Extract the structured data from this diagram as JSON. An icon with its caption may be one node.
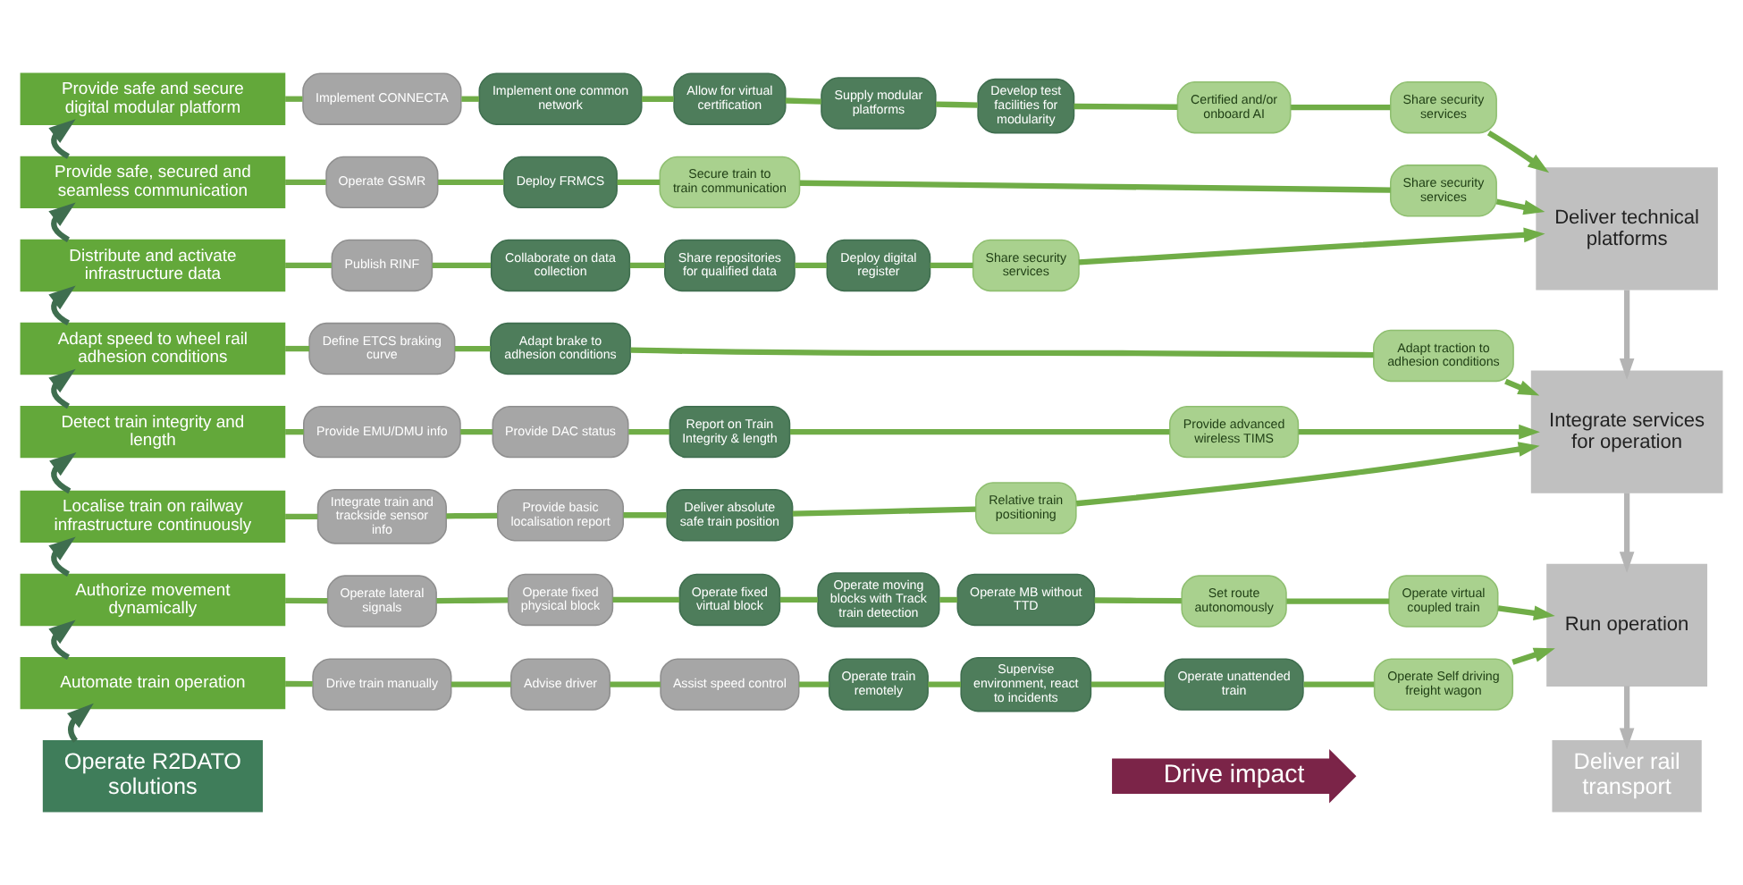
{
  "diagram": {
    "nodes": [
      {
        "text": [
          "Operate R2DATO solutions"
        ]
      },
      {
        "text": [
          "Drive impact"
        ]
      },
      {
        "text": [
          "Deliver rail transport"
        ]
      },
      {
        "text": [
          "Automate train operation"
        ]
      },
      {
        "text": [
          "Drive train manually"
        ]
      },
      {
        "text": [
          "Advise driver"
        ]
      },
      {
        "text": [
          "Assist speed control"
        ]
      },
      {
        "text": [
          "Operate train remotely"
        ]
      },
      {
        "text": [
          "Supervise environment, react to incidents"
        ]
      },
      {
        "text": [
          "Operate unattended train"
        ]
      },
      {
        "text": [
          "Operate Self driving freight wagon"
        ]
      },
      {
        "text": [
          "Run operation"
        ]
      },
      {
        "text": [
          "Authorize movement dynamically"
        ]
      },
      {
        "text": [
          "Operate lateral signals"
        ]
      },
      {
        "text": [
          "Operate fixed physical block"
        ]
      },
      {
        "text": [
          "Operate fixed virtual block"
        ]
      },
      {
        "text": [
          "Operate moving blocks with Track train detection"
        ]
      },
      {
        "text": [
          "Operate MB without TTD"
        ]
      },
      {
        "text": [
          "Set route autonomously"
        ]
      },
      {
        "text": [
          "Operate virtual coupled train"
        ]
      },
      {
        "text": [
          "Localise train on railway infrastructure continuously"
        ]
      },
      {
        "text": [
          "Integrate train and trackside sensor info"
        ]
      },
      {
        "text": [
          "Provide basic localisation report"
        ]
      },
      {
        "text": [
          "Deliver absolute safe train position"
        ]
      },
      {
        "text": [
          "Relative train positioning"
        ]
      },
      {
        "text": [
          "Integrate services for operation"
        ]
      },
      {
        "text": [
          "Detect train integrity and length"
        ]
      },
      {
        "text": [
          "Provide EMU/DMU info"
        ]
      },
      {
        "text": [
          "Provide DAC status"
        ]
      },
      {
        "text": [
          "Report on Train Integrity & length"
        ]
      },
      {
        "text": [
          "Provide advanced wireless TIMS"
        ]
      },
      {
        "text": [
          "Adapt speed to wheel rail adhesion conditions"
        ]
      },
      {
        "text": [
          "Define ETCS braking curve"
        ]
      },
      {
        "text": [
          "Adapt brake to adhesion conditions"
        ]
      },
      {
        "text": [
          "Adapt traction to adhesion conditions"
        ]
      },
      {
        "text": [
          "Distribute and activate infrastructure data"
        ]
      },
      {
        "text": [
          "Publish RINF"
        ]
      },
      {
        "text": [
          "Collaborate on data collection"
        ]
      },
      {
        "text": [
          "Share repositories for qualified data"
        ]
      },
      {
        "text": [
          "Deploy digital register"
        ]
      },
      {
        "text": [
          "Share security services"
        ]
      },
      {
        "text": [
          "Provide safe, secured and seamless communication"
        ]
      },
      {
        "text": [
          "Operate GSMR"
        ]
      },
      {
        "text": [
          "Deploy FRMCS"
        ]
      },
      {
        "text": [
          "Secure train to train communication"
        ]
      },
      {
        "text": [
          "Share security services"
        ]
      },
      {
        "text": [
          "Deliver technical platforms"
        ]
      },
      {
        "text": [
          "Provide safe and secure digital modular platform"
        ]
      },
      {
        "text": [
          "Implement CONNECTA"
        ]
      },
      {
        "text": [
          "Implement one common network"
        ]
      },
      {
        "text": [
          "Allow for virtual certification"
        ]
      },
      {
        "text": [
          "Supply modular platforms"
        ]
      },
      {
        "text": [
          "Develop test facilities for modularity"
        ]
      },
      {
        "text": [
          "Certified and/or onboard AI"
        ]
      },
      {
        "text": [
          "Share security services"
        ]
      }
    ],
    "edges": [
      {
        "from": 0,
        "to": 3,
        "arrow": "to",
        "color": "#3f6e4f"
      },
      {
        "from": 3,
        "to": 12,
        "arrow": "to",
        "color": "#3f6e4f"
      },
      {
        "from": 12,
        "to": 20,
        "arrow": "to",
        "color": "#3f6e4f"
      },
      {
        "from": 20,
        "to": 26,
        "arrow": "to",
        "color": "#3f6e4f"
      },
      {
        "from": 26,
        "to": 31,
        "arrow": "to",
        "color": "#3f6e4f"
      },
      {
        "from": 31,
        "to": 35,
        "arrow": "to",
        "color": "#3f6e4f"
      },
      {
        "from": 35,
        "to": 41,
        "arrow": "to",
        "color": "#3f6e4f"
      },
      {
        "from": 41,
        "to": 47,
        "arrow": "to",
        "color": "#3f6e4f"
      },
      {
        "from": 3,
        "to": 4,
        "arrow": "none"
      },
      {
        "from": 4,
        "to": 5,
        "arrow": "none"
      },
      {
        "from": 5,
        "to": 6,
        "arrow": "none"
      },
      {
        "from": 6,
        "to": 7,
        "arrow": "none"
      },
      {
        "from": 7,
        "to": 8,
        "arrow": "none"
      },
      {
        "from": 8,
        "to": 9,
        "arrow": "none"
      },
      {
        "from": 9,
        "to": 10,
        "arrow": "none"
      },
      {
        "from": 10,
        "to": 11,
        "arrow": "to"
      },
      {
        "from": 12,
        "to": 13,
        "arrow": "none"
      },
      {
        "from": 13,
        "to": 14,
        "arrow": "none"
      },
      {
        "from": 14,
        "to": 15,
        "arrow": "none"
      },
      {
        "from": 15,
        "to": 16,
        "arrow": "none"
      },
      {
        "from": 16,
        "to": 17,
        "arrow": "none"
      },
      {
        "from": 17,
        "to": 18,
        "arrow": "none"
      },
      {
        "from": 18,
        "to": 19,
        "arrow": "none"
      },
      {
        "from": 19,
        "to": 11,
        "arrow": "to"
      },
      {
        "from": 20,
        "to": 21,
        "arrow": "none"
      },
      {
        "from": 21,
        "to": 22,
        "arrow": "none"
      },
      {
        "from": 22,
        "to": 23,
        "arrow": "none"
      },
      {
        "from": 23,
        "to": 24,
        "arrow": "none"
      },
      {
        "from": 24,
        "to": 25,
        "arrow": "to"
      },
      {
        "from": 26,
        "to": 27,
        "arrow": "none"
      },
      {
        "from": 27,
        "to": 28,
        "arrow": "none"
      },
      {
        "from": 28,
        "to": 29,
        "arrow": "none"
      },
      {
        "from": 29,
        "to": 30,
        "arrow": "none"
      },
      {
        "from": 30,
        "to": 25,
        "arrow": "to"
      },
      {
        "from": 31,
        "to": 32,
        "arrow": "none"
      },
      {
        "from": 32,
        "to": 33,
        "arrow": "none"
      },
      {
        "from": 33,
        "to": 34,
        "arrow": "none"
      },
      {
        "from": 34,
        "to": 25,
        "arrow": "to"
      },
      {
        "from": 35,
        "to": 36,
        "arrow": "none"
      },
      {
        "from": 36,
        "to": 37,
        "arrow": "none"
      },
      {
        "from": 37,
        "to": 38,
        "arrow": "none"
      },
      {
        "from": 38,
        "to": 39,
        "arrow": "none"
      },
      {
        "from": 39,
        "to": 40,
        "arrow": "none"
      },
      {
        "from": 40,
        "to": 46,
        "arrow": "to"
      },
      {
        "from": 41,
        "to": 42,
        "arrow": "none"
      },
      {
        "from": 42,
        "to": 43,
        "arrow": "none"
      },
      {
        "from": 43,
        "to": 44,
        "arrow": "none"
      },
      {
        "from": 44,
        "to": 45,
        "arrow": "none"
      },
      {
        "from": 45,
        "to": 46,
        "arrow": "to"
      },
      {
        "from": 47,
        "to": 48,
        "arrow": "none"
      },
      {
        "from": 48,
        "to": 49,
        "arrow": "none"
      },
      {
        "from": 49,
        "to": 50,
        "arrow": "none"
      },
      {
        "from": 50,
        "to": 51,
        "arrow": "none"
      },
      {
        "from": 51,
        "to": 52,
        "arrow": "none"
      },
      {
        "from": 52,
        "to": 53,
        "arrow": "none"
      },
      {
        "from": 53,
        "to": 54,
        "arrow": "none"
      },
      {
        "from": 54,
        "to": 46,
        "arrow": "to"
      },
      {
        "from": 46,
        "to": 25,
        "arrow": "to",
        "color": "#b4b4b4"
      },
      {
        "from": 25,
        "to": 11,
        "arrow": "to",
        "color": "#b4b4b4"
      },
      {
        "from": 11,
        "to": 2,
        "arrow": "to",
        "color": "#b4b4b4"
      }
    ]
  }
}
